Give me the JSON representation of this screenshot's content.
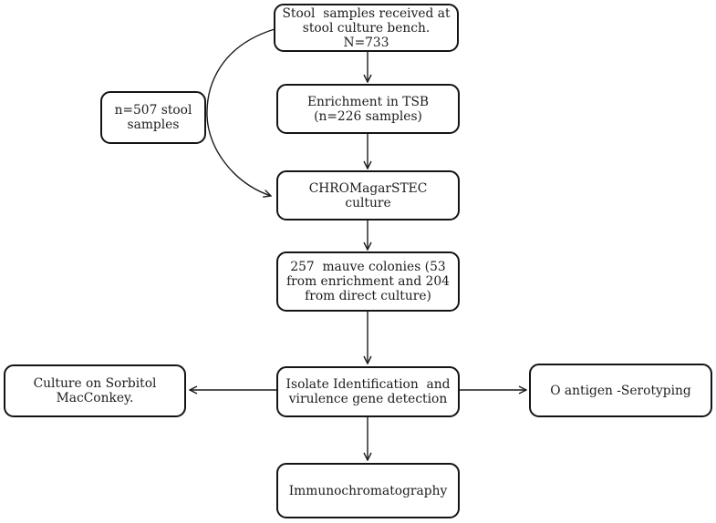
{
  "figure": {
    "type": "flowchart",
    "description": "Stool sample STEC screening workflow"
  },
  "boxes": {
    "received": {
      "lines": [
        "Stool  samples received at",
        "stool culture bench.",
        "N=733"
      ]
    },
    "enrichment": {
      "lines": [
        "Enrichment in TSB",
        "(n=226 samples)"
      ]
    },
    "chromagar": {
      "lines": [
        "CHROMagarSTEC",
        "culture"
      ]
    },
    "colonies": {
      "lines": [
        "257  mauve colonies (53",
        "from enrichment and 204",
        "from direct culture)"
      ]
    },
    "identification": {
      "lines": [
        "Isolate Identification  and",
        "virulence gene detection"
      ]
    },
    "immuno": {
      "lines": [
        "Immunochromatography"
      ]
    },
    "stool507": {
      "lines": [
        "n=507 stool",
        "samples"
      ]
    },
    "sorbitol": {
      "lines": [
        "Culture on Sorbitol",
        "MacConkey."
      ]
    },
    "serotyping": {
      "lines": [
        "O antigen -Serotyping"
      ]
    }
  },
  "colors": {
    "border": "#141414",
    "text": "#1c1c1c",
    "background": "#ffffff",
    "arrow": "#1c1c1c"
  }
}
